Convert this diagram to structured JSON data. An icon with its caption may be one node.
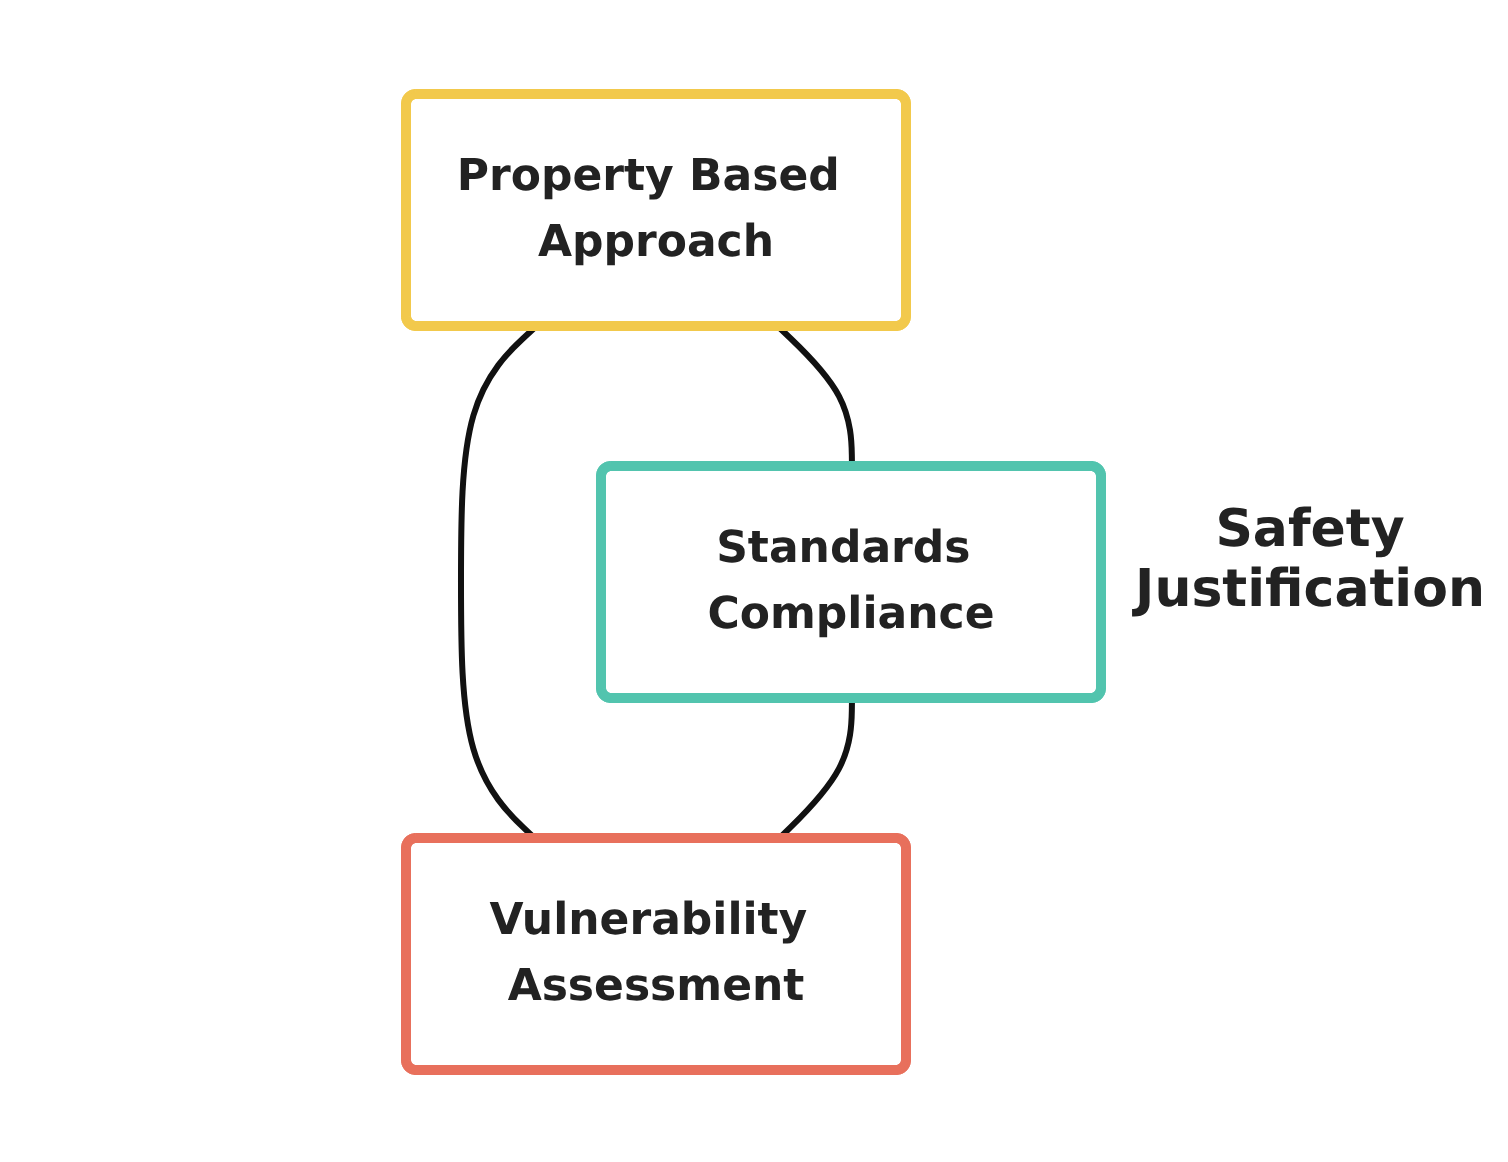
{
  "diagram": {
    "nodes": [
      {
        "text": [
          "Property Based Approach"
        ]
      },
      {
        "text": [
          "Standards Compliance"
        ]
      },
      {
        "text": [
          "Vulnerability Assessment"
        ]
      }
    ],
    "edges": [
      {
        "from": 0,
        "to": 1,
        "arrow": "none"
      },
      {
        "from": 0,
        "to": 2,
        "arrow": "none"
      },
      {
        "from": 1,
        "to": 2,
        "arrow": "none"
      }
    ],
    "labels": [
      "Safety Justification"
    ]
  }
}
